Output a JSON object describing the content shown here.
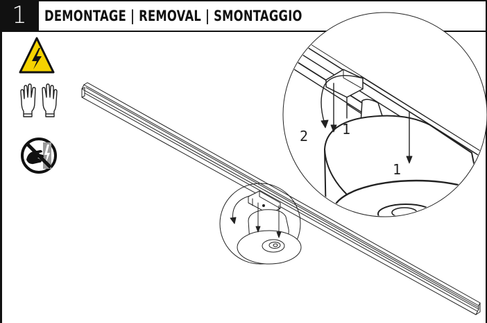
{
  "step": {
    "number": "1",
    "title": "DEMONTAGE | REMOVAL | SMONTAGGIO"
  },
  "icons": [
    {
      "name": "high-voltage-warning",
      "color": "#F5D300"
    },
    {
      "name": "protective-gloves"
    },
    {
      "name": "do-not-touch-electric"
    }
  ],
  "callouts": {
    "step_a": "2",
    "step_b": "1",
    "step_c": "1"
  }
}
